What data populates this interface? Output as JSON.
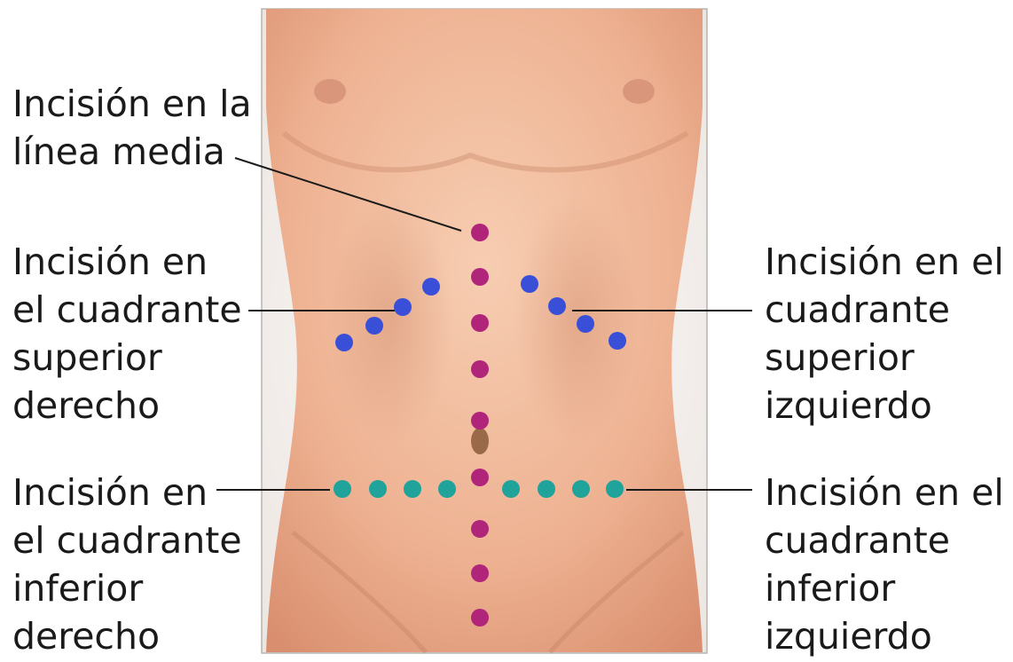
{
  "labels": {
    "midline": [
      "Incisión en la",
      "línea media"
    ],
    "right_upper_quadrant": [
      "Incisión en",
      "el cuadrante",
      "superior",
      "derecho"
    ],
    "left_upper_quadrant": [
      "Incisión en el",
      "cuadrante",
      "superior",
      "izquierdo"
    ],
    "right_lower_quadrant": [
      "Incisión en",
      "el cuadrante",
      "inferior",
      "derecho"
    ],
    "left_lower_quadrant": [
      "Incisión en el",
      "cuadrante",
      "inferior",
      "izquierdo"
    ]
  },
  "colors": {
    "midline_dots": "#b0247a",
    "upper_quadrant_dots": "#3a4fd8",
    "lower_quadrant_dots": "#1fa39b",
    "skin": "#f0b89a",
    "leader_line": "#1a1a1a"
  }
}
